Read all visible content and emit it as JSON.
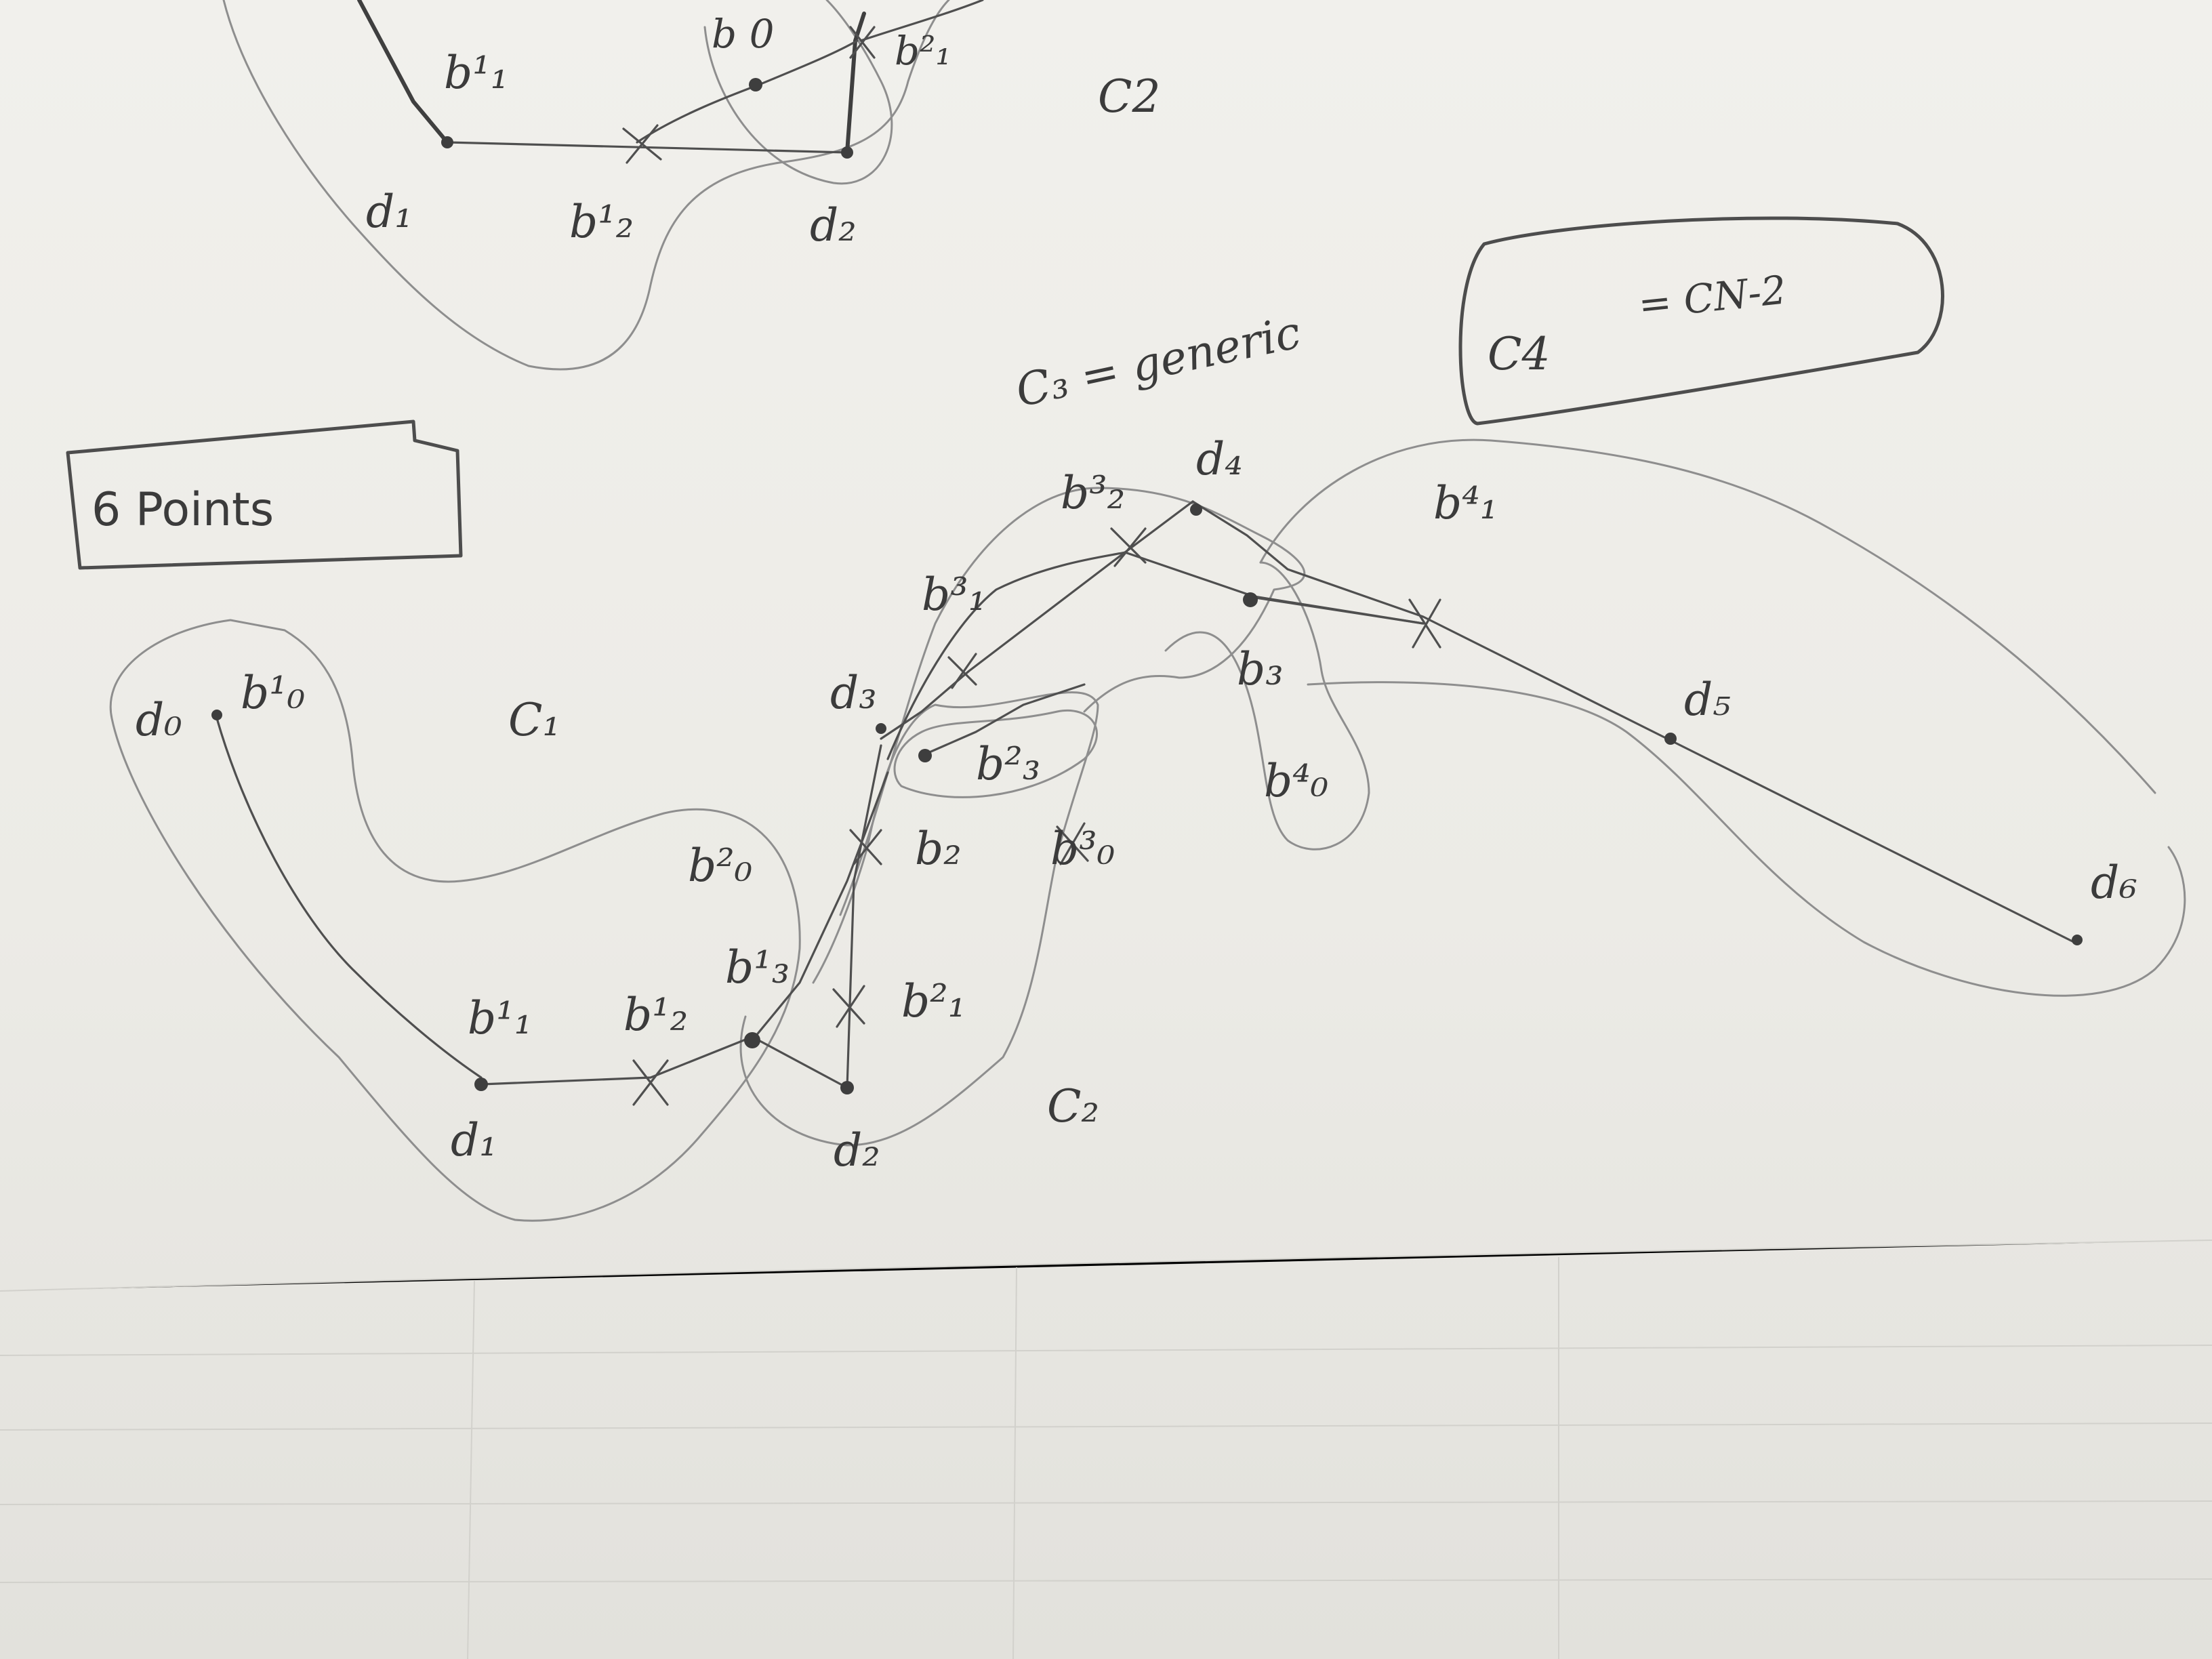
{
  "top_sketch": {
    "labels": {
      "b1_1": "b¹₁",
      "b0": "b 0",
      "b_partial": "b²₁",
      "c2": "C2",
      "d1": "d₁",
      "b1_2": "b¹₂",
      "d2": "d₂"
    }
  },
  "notes": {
    "six_points": "6 Points",
    "c3_generic": "C₃ = generic",
    "c4": "C4",
    "cn2": "= CN-2"
  },
  "regions": {
    "c1": "C₁",
    "c2": "C₂"
  },
  "points": {
    "d0": "d₀",
    "b1_0": "b¹₀",
    "d1": "d₁",
    "b1_1": "b¹₁",
    "b1_2": "b¹₂",
    "b1_3": "b¹₃",
    "b2_0": "b²₀",
    "b2_1": "b²₁",
    "b2_2": "b₂",
    "b2_3": "b²₃",
    "d2": "d₂",
    "d3": "d₃",
    "b3_0": "b³₀",
    "b3_1": "b³₁",
    "b3_2": "b³₂",
    "b3_3": "b₃",
    "d4": "d₄",
    "b4_0": "b⁴₀",
    "b4_1": "b⁴₁",
    "d5": "d₅",
    "d6": "d₆"
  }
}
